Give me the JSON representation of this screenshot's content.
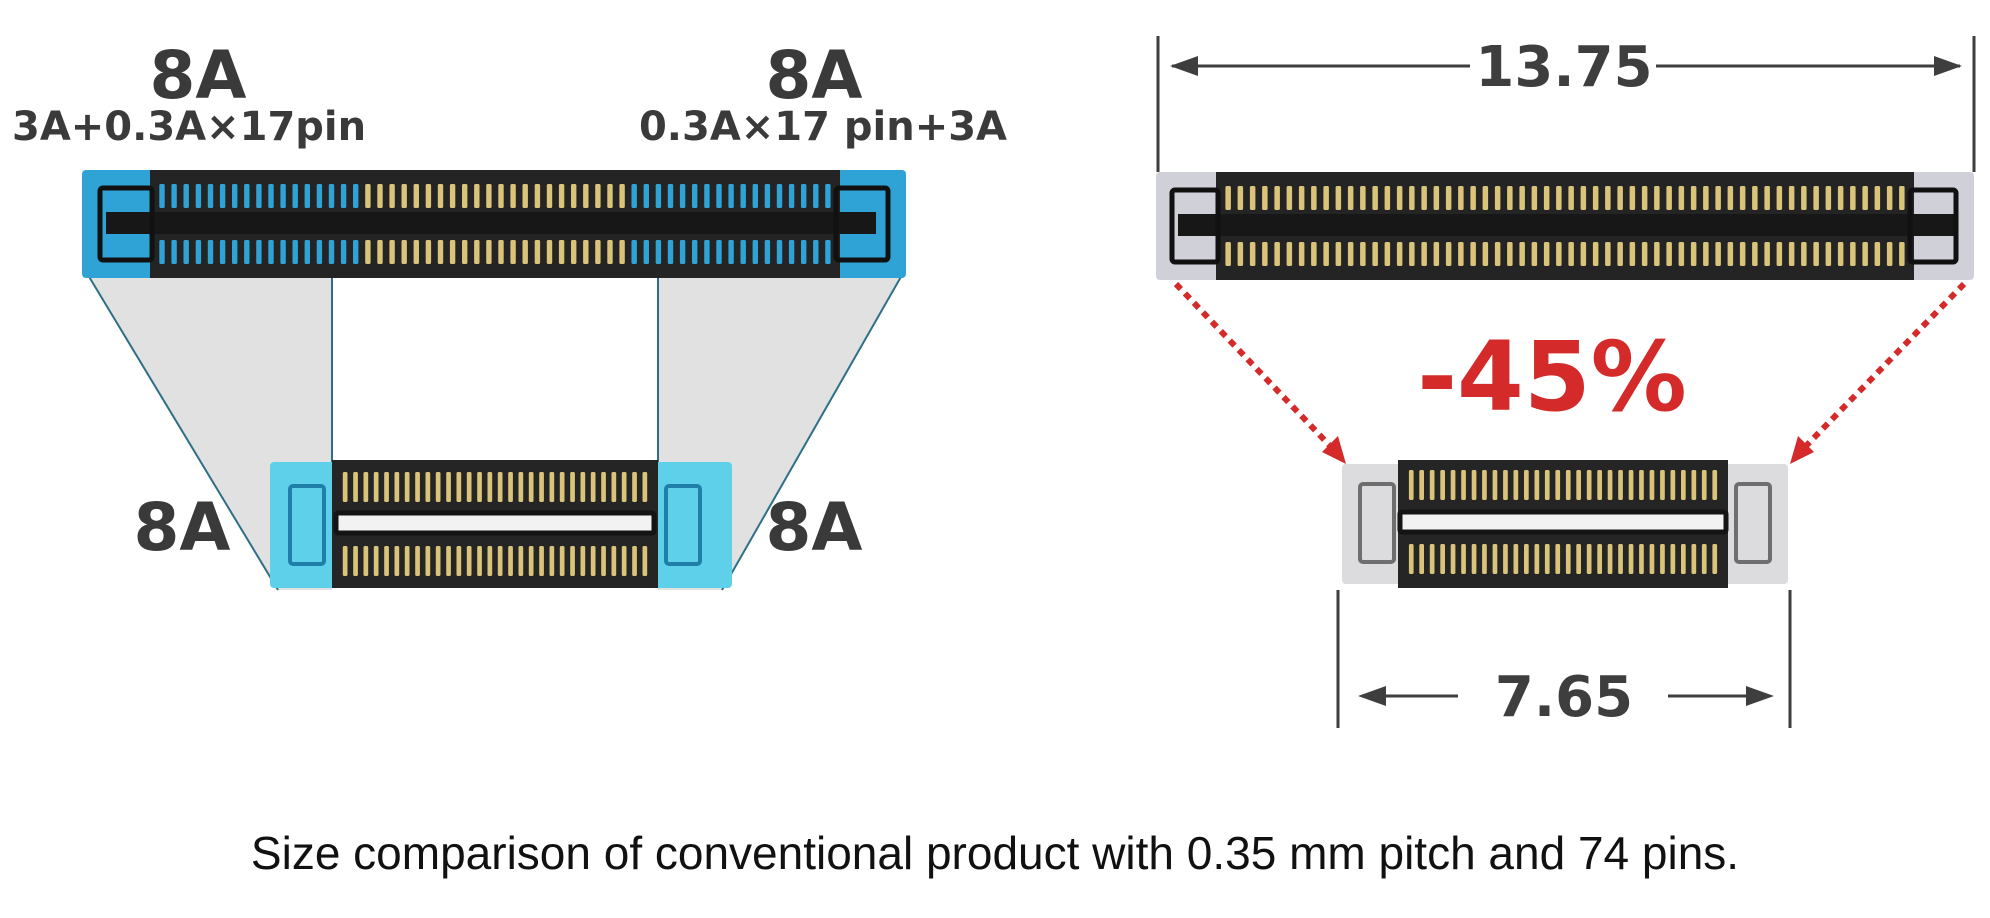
{
  "left_panel": {
    "top_left_current": "8A",
    "top_left_breakdown": "3A+0.3A×17pin",
    "top_right_current": "8A",
    "top_right_breakdown": "0.3A×17 pin+3A",
    "bottom_left_current": "8A",
    "bottom_right_current": "8A"
  },
  "right_panel": {
    "top_dimension": "13.75",
    "bottom_dimension": "7.65",
    "reduction": "-45%"
  },
  "caption": "Size comparison of conventional product with 0.35 mm pitch and 74 pins.",
  "colors": {
    "highlight": "#2fa3d5",
    "highlight_light": "#5fd0ea",
    "pin_gold": "#d9c47a",
    "housing": "#2b2b2b",
    "arrow_red": "#d42a2a"
  }
}
